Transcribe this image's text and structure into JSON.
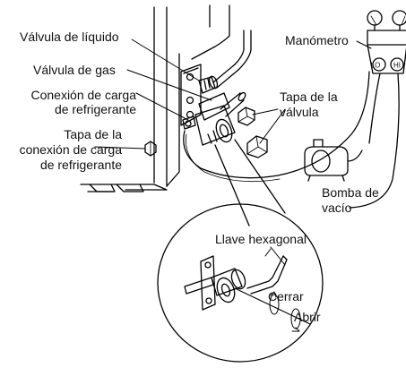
{
  "labels": {
    "liquid_valve": "Válvula de líquido",
    "gas_valve": "Válvula de gas",
    "charge_connection_line1": "Conexión de carga",
    "charge_connection_line2": "de refrigerante",
    "charge_cap_line1": "Tapa de la",
    "charge_cap_line2": "conexión de carga",
    "charge_cap_line3": "de refrigerante",
    "manometer": "Manómetro",
    "valve_cap_line1": "Tapa de la",
    "valve_cap_line2": "válvula",
    "vacuum_pump_line1": "Bomba de",
    "vacuum_pump_line2": "vacío",
    "hex_wrench": "Llave hexagonal",
    "close": "Cerrar",
    "open": "Abrir",
    "gauge_lo": "LO",
    "gauge_hi": "HI"
  },
  "colors": {
    "line": "#000000",
    "text": "#111111",
    "background": "#ffffff"
  }
}
